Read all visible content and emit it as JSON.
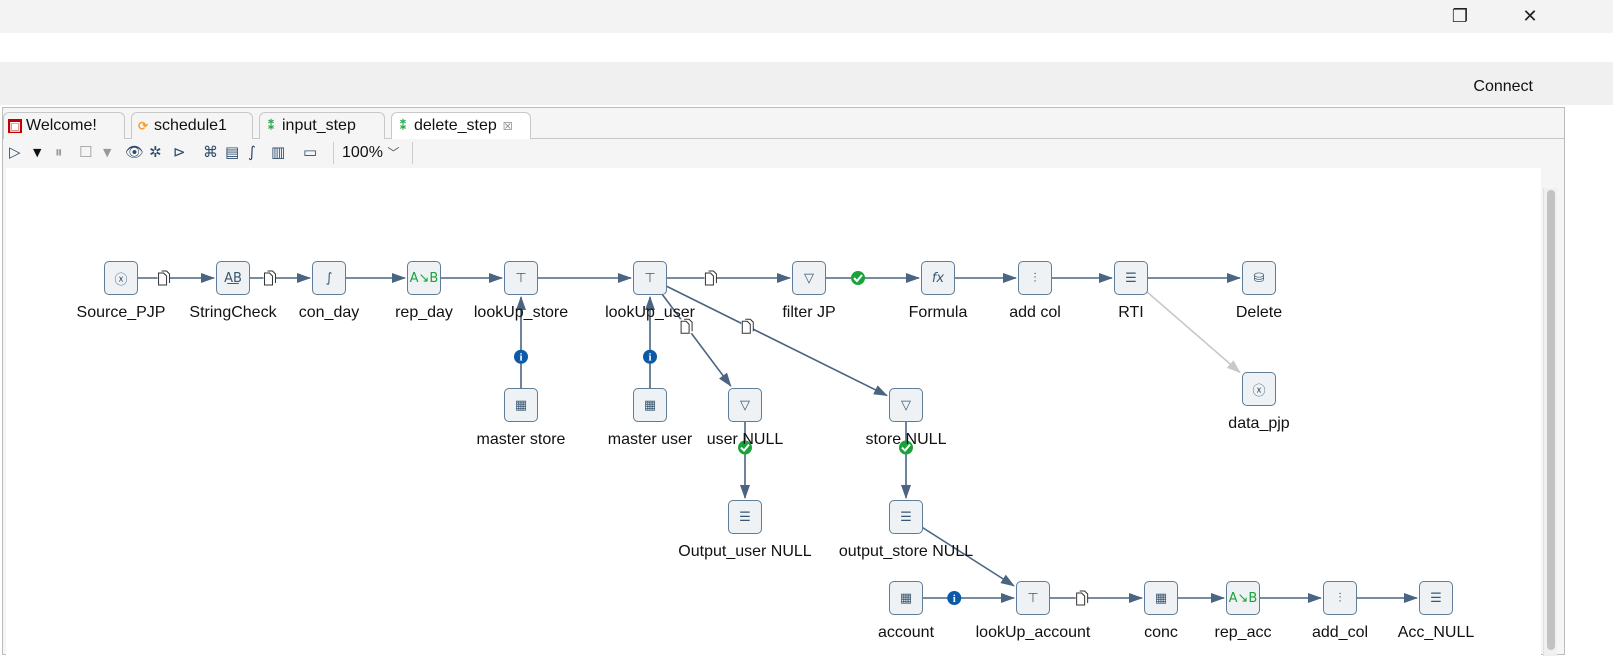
{
  "window": {
    "restore_icon": "restore-icon",
    "close_icon": "close-icon",
    "connect_label": "Connect"
  },
  "tabs": [
    {
      "label": "Welcome!",
      "icon": "welcome-icon",
      "color": "#c00000"
    },
    {
      "label": "schedule1",
      "icon": "job-icon",
      "color": "#f0a030"
    },
    {
      "label": "input_step",
      "icon": "transformation-icon",
      "color": "#2aa84a"
    },
    {
      "label": "delete_step",
      "icon": "transformation-icon",
      "color": "#2aa84a",
      "active": true
    }
  ],
  "toolbar": {
    "zoom": "100%",
    "buttons": [
      "run",
      "run-options",
      "pause",
      "stop",
      "stop-options",
      "preview",
      "debug",
      "replay",
      "verify",
      "impact",
      "sql",
      "explore-db",
      "show-results"
    ]
  },
  "steps": [
    {
      "id": "Source_PJP",
      "label": "Source_PJP",
      "icon": "excel-input-icon"
    },
    {
      "id": "StringCheck",
      "label": "StringCheck",
      "icon": "string-operations-icon"
    },
    {
      "id": "con_day",
      "label": "con_day",
      "icon": "script-icon"
    },
    {
      "id": "rep_day",
      "label": "rep_day",
      "icon": "replace-string-icon"
    },
    {
      "id": "lookUp_store",
      "label": "lookUp_store",
      "icon": "stream-lookup-icon"
    },
    {
      "id": "lookUp_user",
      "label": "lookUp_user",
      "icon": "stream-lookup-icon"
    },
    {
      "id": "filter_JP",
      "label": "filter JP",
      "icon": "filter-rows-icon"
    },
    {
      "id": "Formula",
      "label": "Formula",
      "icon": "formula-icon"
    },
    {
      "id": "add_col_top",
      "label": "add col",
      "icon": "add-constants-icon"
    },
    {
      "id": "RTI",
      "label": "RTI",
      "icon": "table-output-icon"
    },
    {
      "id": "Delete",
      "label": "Delete",
      "icon": "delete-icon"
    },
    {
      "id": "data_pjp",
      "label": "data_pjp",
      "icon": "excel-output-icon"
    },
    {
      "id": "master_store",
      "label": "master store",
      "icon": "table-input-icon"
    },
    {
      "id": "master_user",
      "label": "master user",
      "icon": "table-input-icon"
    },
    {
      "id": "user_NULL",
      "label": "user NULL",
      "icon": "filter-rows-icon"
    },
    {
      "id": "store_NULL",
      "label": "store NULL",
      "icon": "filter-rows-icon"
    },
    {
      "id": "Output_user_NULL",
      "label": "Output_user NULL",
      "icon": "table-output-icon"
    },
    {
      "id": "output_store_NULL",
      "label": "output_store NULL",
      "icon": "table-output-icon"
    },
    {
      "id": "account",
      "label": "account",
      "icon": "table-input-icon"
    },
    {
      "id": "lookUp_account",
      "label": "lookUp_account",
      "icon": "stream-lookup-icon"
    },
    {
      "id": "conc",
      "label": "conc",
      "icon": "concat-fields-icon"
    },
    {
      "id": "rep_acc",
      "label": "rep_acc",
      "icon": "replace-string-icon"
    },
    {
      "id": "add_col",
      "label": "add_col",
      "icon": "add-constants-icon"
    },
    {
      "id": "Acc_NULL",
      "label": "Acc_NULL",
      "icon": "table-output-icon"
    }
  ],
  "hops": [
    {
      "from": "Source_PJP",
      "to": "StringCheck",
      "badge": "copy"
    },
    {
      "from": "StringCheck",
      "to": "con_day",
      "badge": "copy"
    },
    {
      "from": "con_day",
      "to": "rep_day"
    },
    {
      "from": "rep_day",
      "to": "lookUp_store"
    },
    {
      "from": "lookUp_store",
      "to": "lookUp_user"
    },
    {
      "from": "lookUp_user",
      "to": "filter_JP",
      "badge": "copy"
    },
    {
      "from": "filter_JP",
      "to": "Formula",
      "badge": "ok"
    },
    {
      "from": "Formula",
      "to": "add_col_top"
    },
    {
      "from": "add_col_top",
      "to": "RTI"
    },
    {
      "from": "RTI",
      "to": "Delete"
    },
    {
      "from": "RTI",
      "to": "data_pjp",
      "disabled": true
    },
    {
      "from": "master_store",
      "to": "lookUp_store",
      "badge": "info"
    },
    {
      "from": "master_user",
      "to": "lookUp_user",
      "badge": "info"
    },
    {
      "from": "lookUp_user",
      "to": "user_NULL",
      "badge": "copy"
    },
    {
      "from": "lookUp_user",
      "to": "store_NULL",
      "badge": "copy"
    },
    {
      "from": "user_NULL",
      "to": "Output_user_NULL",
      "badge": "ok"
    },
    {
      "from": "store_NULL",
      "to": "output_store_NULL",
      "badge": "ok"
    },
    {
      "from": "output_store_NULL",
      "to": "lookUp_account"
    },
    {
      "from": "account",
      "to": "lookUp_account",
      "badge": "info"
    },
    {
      "from": "lookUp_account",
      "to": "conc",
      "badge": "copy"
    },
    {
      "from": "conc",
      "to": "rep_acc"
    },
    {
      "from": "rep_acc",
      "to": "add_col"
    },
    {
      "from": "add_col",
      "to": "Acc_NULL"
    }
  ],
  "colors": {
    "hop": "#4a6582",
    "disabled_hop": "#c8c8c8",
    "ok": "#1aa33a",
    "info": "#0b5aa8"
  }
}
